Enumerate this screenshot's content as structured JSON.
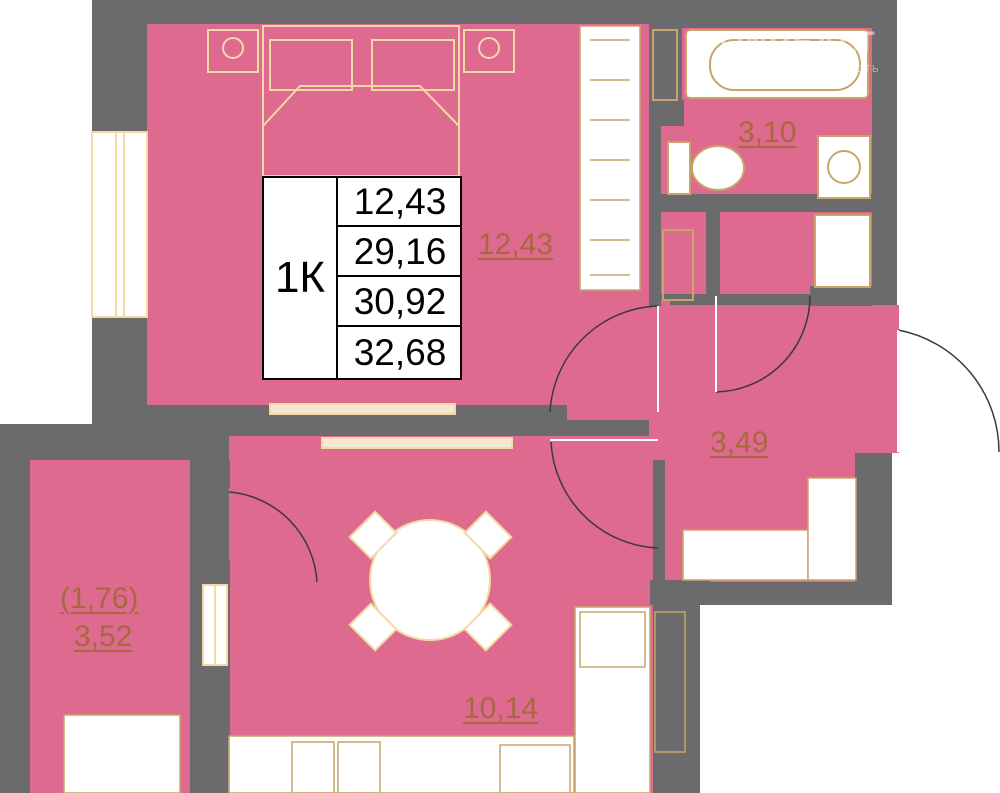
{
  "apartment": {
    "type": "1К",
    "areas": [
      "12,43",
      "29,16",
      "30,92",
      "32,68"
    ]
  },
  "rooms": {
    "bedroom": "12,43",
    "bathroom": "3,10",
    "hallway": "3,49",
    "kitchen": "10,14",
    "balcony_reduced": "(1,76)",
    "balcony": "3,52"
  },
  "watermark": {
    "brand": "ONREALT",
    "sub": "НЕДВИЖИМОСТЬ"
  },
  "colors": {
    "wall": "#6b6b6d",
    "floor": "#de6a90",
    "furniture_line": "#f2d9a5",
    "label": "#a8683e"
  }
}
